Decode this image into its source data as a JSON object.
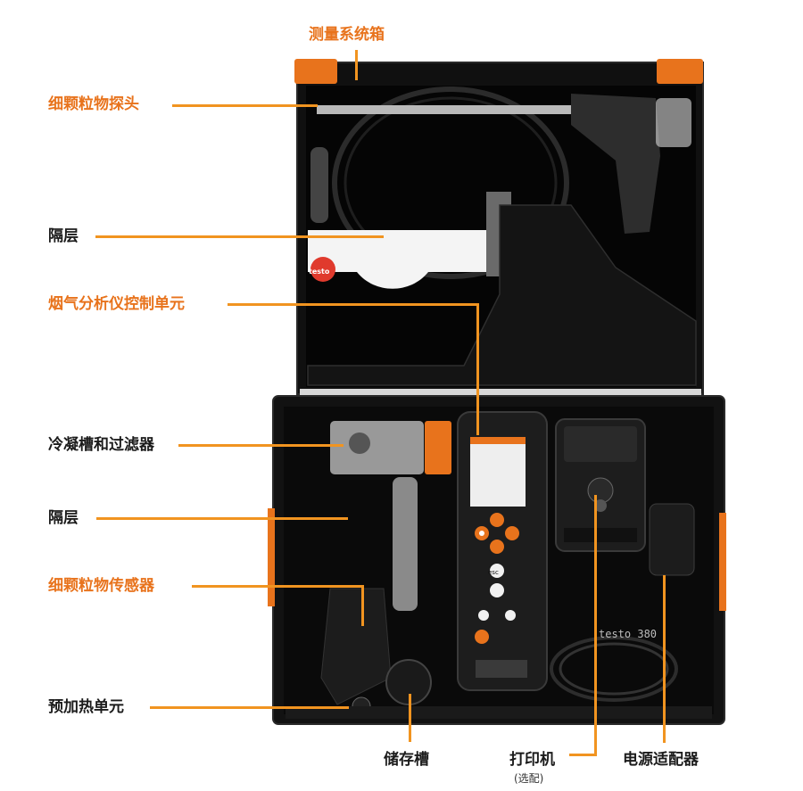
{
  "colors": {
    "accent_orange": "#e8731c",
    "leader_orange": "#f19420",
    "case_black": "#0e0e0e",
    "text_dark": "#1b1b1b"
  },
  "labels": {
    "measure_box": "测量系统箱",
    "particle_probe": "细颗粒物探头",
    "partition_top": "隔层",
    "analyzer_unit": "烟气分析仪控制单元",
    "condensate_filter": "冷凝槽和过滤器",
    "partition_bottom": "隔层",
    "particle_sensor": "细颗粒物传感器",
    "preheat_unit": "预加热单元",
    "storage_slot": "储存槽",
    "printer": "打印机",
    "printer_note": "(选配)",
    "power_adapter": "电源适配器"
  },
  "device": {
    "brand": "testo",
    "model_text": "testo 380",
    "esc_key": "esc"
  }
}
